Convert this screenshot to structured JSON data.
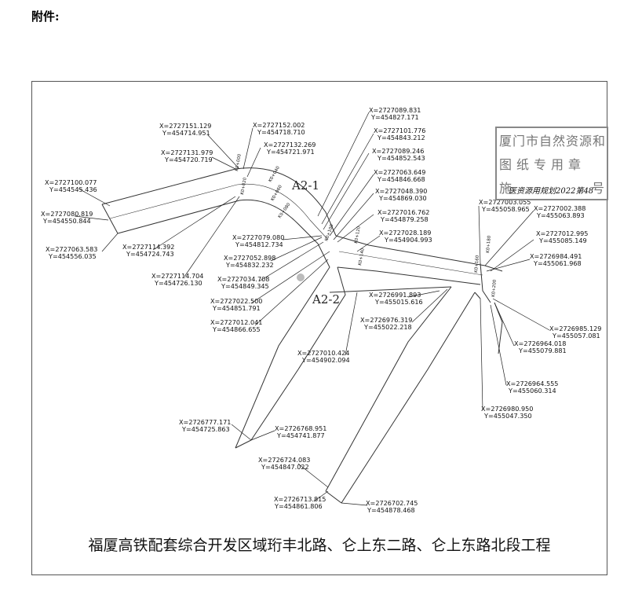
{
  "heading": "附件:",
  "caption": "福厦高铁配套综合开发区域珩丰北路、仑上东二路、仑上东路北段工程",
  "road_labels": {
    "a21": "A2-1",
    "a22": "A2-2"
  },
  "stamp": {
    "line1": "厦门市自然资源和",
    "line2": "图纸专用章",
    "line3_left": "施",
    "line3_right": "号"
  },
  "signature": "医资源用规划2022第48",
  "station_marks": [
    "K0+000",
    "K0+020",
    "K0+040",
    "K0+060",
    "K0+080",
    "K0+100",
    "K0+120",
    "K0+140",
    "K0+160",
    "K0+180",
    "K0+200",
    "K0+220"
  ],
  "coordinates": [
    {
      "id": "c1",
      "x": "X=2727151.129",
      "y": "Y=454714.951"
    },
    {
      "id": "c2",
      "x": "X=2727152.002",
      "y": "Y=454718.710"
    },
    {
      "id": "c3",
      "x": "X=2727132.269",
      "y": "Y=454721.971"
    },
    {
      "id": "c4",
      "x": "X=2727131.979",
      "y": "Y=454720.719"
    },
    {
      "id": "c5",
      "x": "X=2727100.077",
      "y": "Y=454545.436"
    },
    {
      "id": "c6",
      "x": "X=2727080.819",
      "y": "Y=454550.844"
    },
    {
      "id": "c7",
      "x": "X=2727063.583",
      "y": "Y=454556.035"
    },
    {
      "id": "c8",
      "x": "X=2727114.392",
      "y": "Y=454724.743"
    },
    {
      "id": "c9",
      "x": "X=2727114.704",
      "y": "Y=454726.130"
    },
    {
      "id": "c10",
      "x": "X=2727089.831",
      "y": "Y=454827.171"
    },
    {
      "id": "c11",
      "x": "X=2727101.776",
      "y": "Y=454843.212"
    },
    {
      "id": "c12",
      "x": "X=2727089.246",
      "y": "Y=454852.543"
    },
    {
      "id": "c13",
      "x": "X=2727063.649",
      "y": "Y=454846.668"
    },
    {
      "id": "c14",
      "x": "X=2727048.390",
      "y": "Y=454869.030"
    },
    {
      "id": "c15",
      "x": "X=2727016.762",
      "y": "Y=454879.258"
    },
    {
      "id": "c16",
      "x": "X=2727028.189",
      "y": "Y=454904.993"
    },
    {
      "id": "c17",
      "x": "X=2727079.080",
      "y": "Y=454812.734"
    },
    {
      "id": "c18",
      "x": "X=2727052.898",
      "y": "Y=454832.232"
    },
    {
      "id": "c19",
      "x": "X=2727034.708",
      "y": "Y=454849.345"
    },
    {
      "id": "c20",
      "x": "X=2727022.500",
      "y": "Y=454851.791"
    },
    {
      "id": "c21",
      "x": "X=2727012.041",
      "y": "Y=454866.655"
    },
    {
      "id": "c22",
      "x": "X=2727003.055",
      "y": "Y=455058.965"
    },
    {
      "id": "c23",
      "x": "X=2727002.388",
      "y": "Y=455063.893"
    },
    {
      "id": "c24",
      "x": "X=2727012.995",
      "y": "Y=455085.149"
    },
    {
      "id": "c25",
      "x": "X=2726984.491",
      "y": "Y=455061.968"
    },
    {
      "id": "c26",
      "x": "X=2726991.893",
      "y": "Y=455015.616"
    },
    {
      "id": "c27",
      "x": "X=2726976.319",
      "y": "Y=455022.218"
    },
    {
      "id": "c28",
      "x": "X=2727010.424",
      "y": "Y=454902.094"
    },
    {
      "id": "c29",
      "x": "X=2726985.129",
      "y": "Y=455057.081"
    },
    {
      "id": "c30",
      "x": "X=2726964.018",
      "y": "Y=455079.881"
    },
    {
      "id": "c31",
      "x": "X=2726964.555",
      "y": "Y=455060.314"
    },
    {
      "id": "c32",
      "x": "X=2726980.950",
      "y": "Y=455047.350"
    },
    {
      "id": "c33",
      "x": "X=2726777.171",
      "y": "Y=454725.863"
    },
    {
      "id": "c34",
      "x": "X=2726768.951",
      "y": "Y=454741.877"
    },
    {
      "id": "c35",
      "x": "X=2726724.083",
      "y": "Y=454847.022"
    },
    {
      "id": "c36",
      "x": "X=2726713.815",
      "y": "Y=454861.806"
    },
    {
      "id": "c37",
      "x": "X=2726702.745",
      "y": "Y=454878.468"
    }
  ]
}
